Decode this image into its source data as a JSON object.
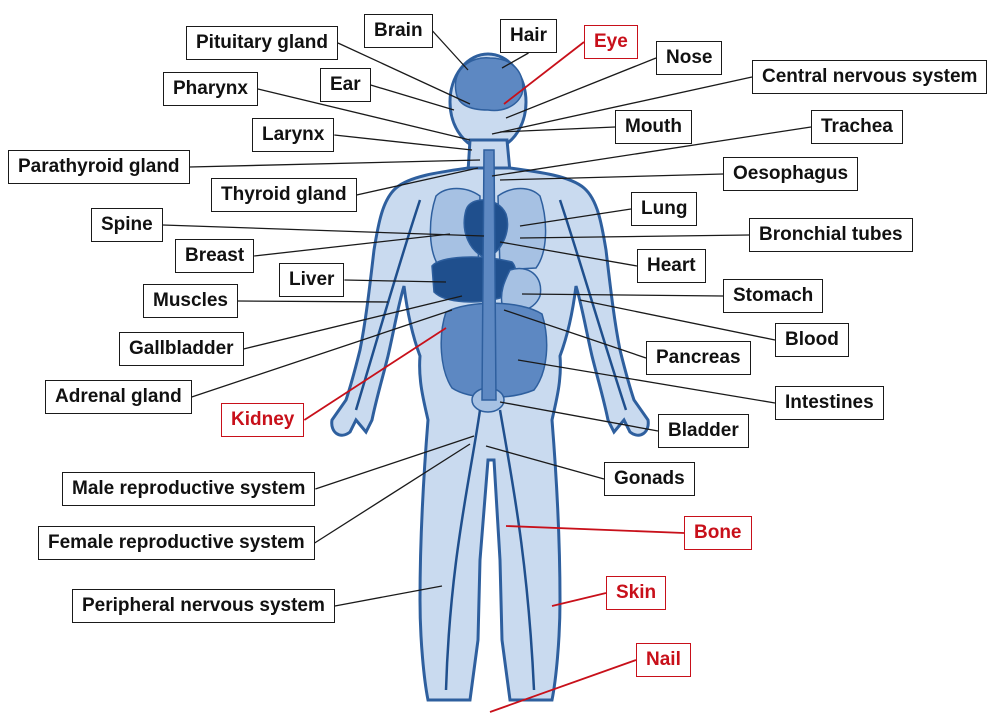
{
  "colors": {
    "body_fill": "#c9daef",
    "body_outline": "#2e5f9e",
    "organ_dark": "#1f4f8d",
    "organ_mid": "#5d88c2",
    "organ_light": "#a6c1e3",
    "leader_black": "#1a1a1a",
    "highlight_red": "#c8101a"
  },
  "labels": {
    "brain": "Brain",
    "hair": "Hair",
    "eye": "Eye",
    "pituitary_gland": "Pituitary gland",
    "nose": "Nose",
    "central_nervous_system": "Central nervous system",
    "ear": "Ear",
    "pharynx": "Pharynx",
    "mouth": "Mouth",
    "trachea": "Trachea",
    "larynx": "Larynx",
    "parathyroid_gland": "Parathyroid gland",
    "oesophagus": "Oesophagus",
    "thyroid_gland": "Thyroid gland",
    "lung": "Lung",
    "spine": "Spine",
    "bronchial_tubes": "Bronchial tubes",
    "breast": "Breast",
    "heart": "Heart",
    "liver": "Liver",
    "stomach": "Stomach",
    "muscles": "Muscles",
    "blood": "Blood",
    "gallbladder": "Gallbladder",
    "pancreas": "Pancreas",
    "adrenal_gland": "Adrenal gland",
    "intestines": "Intestines",
    "kidney": "Kidney",
    "bladder": "Bladder",
    "gonads": "Gonads",
    "male_reproductive_system": "Male reproductive system",
    "bone": "Bone",
    "female_reproductive_system": "Female reproductive system",
    "skin": "Skin",
    "peripheral_nervous_system": "Peripheral nervous system",
    "nail": "Nail"
  },
  "highlighted": [
    "eye",
    "kidney",
    "bone",
    "skin",
    "nail"
  ]
}
